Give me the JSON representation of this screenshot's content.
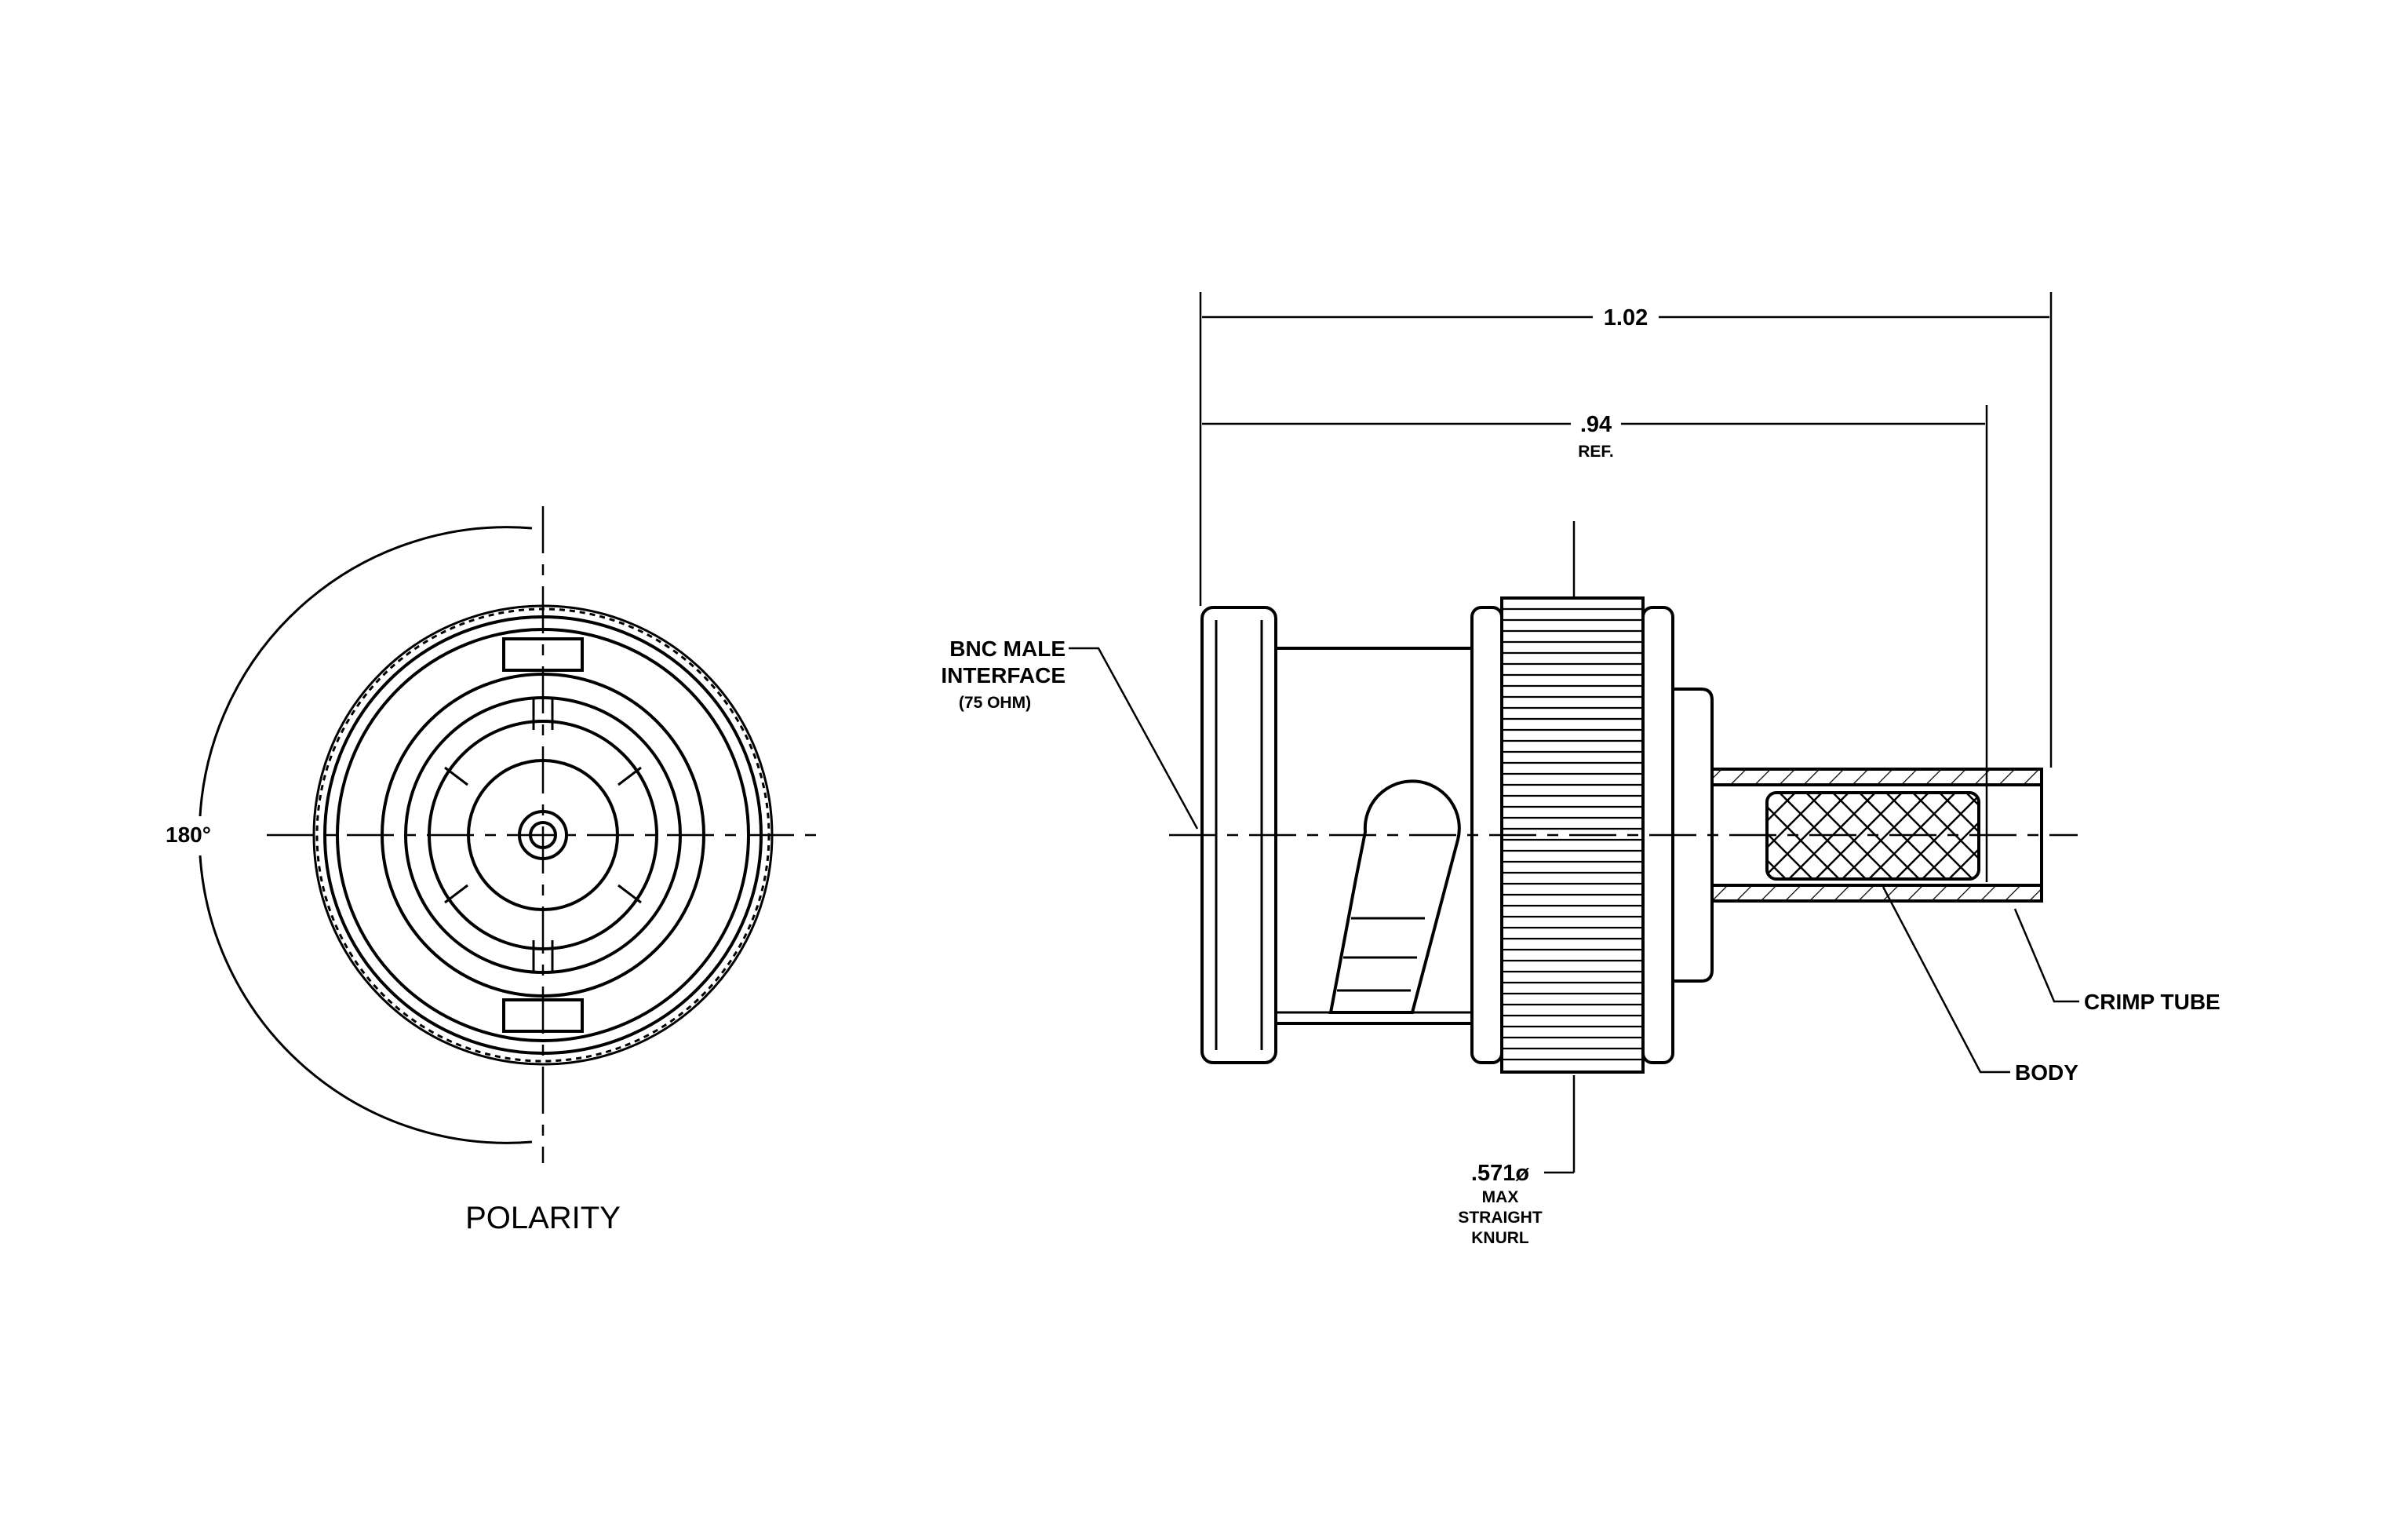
{
  "views": {
    "end_view": {
      "caption": "POLARITY",
      "angle_label": "180°"
    },
    "side_view": {
      "dimensions": {
        "overall_length": "1.02",
        "ref_length": ".94",
        "ref_note": "REF.",
        "knurl_diameter": ".571ø",
        "knurl_note_line1": "MAX",
        "knurl_note_line2": "STRAIGHT",
        "knurl_note_line3": "KNURL"
      },
      "callouts": {
        "interface_line1": "BNC MALE",
        "interface_line2": "INTERFACE",
        "interface_line3": "(75 OHM)",
        "crimp_tube": "CRIMP TUBE",
        "body": "BODY"
      }
    }
  },
  "colors": {
    "line": "#000000",
    "background": "#ffffff"
  }
}
